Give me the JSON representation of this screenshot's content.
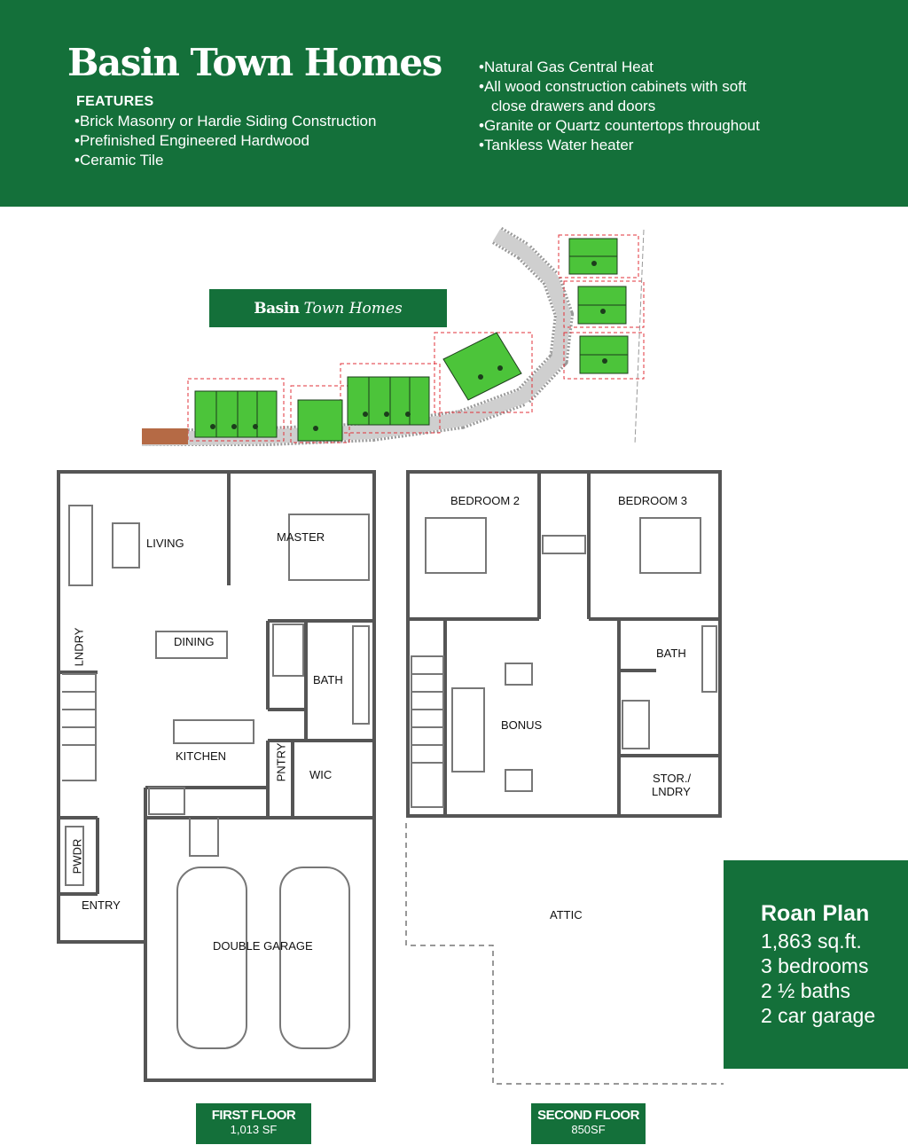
{
  "header": {
    "title": "Basin Town Homes",
    "features_heading": "FEATURES",
    "features_left": [
      "Brick Masonry or Hardie Siding Construction",
      "Prefinished Engineered Hardwood",
      "Ceramic Tile"
    ],
    "features_right": [
      "Natural Gas Central Heat",
      "All wood construction cabinets with soft",
      "close drawers and doors",
      "Granite or Quartz countertops throughout",
      "Tankless Water heater"
    ]
  },
  "site_plan": {
    "badge_bold": "Basin",
    "badge_italic": "Town Homes",
    "colors": {
      "lot": "#4cc43a",
      "boundary": "#e0303a",
      "road": "#9a9a9a"
    }
  },
  "first_floor": {
    "rooms": {
      "living": "LIVING",
      "master": "MASTER",
      "dining": "DINING",
      "laundry": "LNDRY",
      "bath": "BATH",
      "kitchen": "KITCHEN",
      "pantry": "PNTRY",
      "wic": "WIC",
      "powder": "PWDR",
      "entry": "ENTRY",
      "garage": "DOUBLE GARAGE"
    },
    "label": "FIRST FLOOR",
    "area": "1,013 SF"
  },
  "second_floor": {
    "rooms": {
      "bedroom2": "BEDROOM 2",
      "bedroom3": "BEDROOM 3",
      "bath": "BATH",
      "bonus": "BONUS",
      "storage_line1": "STOR./",
      "storage_line2": "LNDRY",
      "attic": "ATTIC"
    },
    "label": "SECOND FLOOR",
    "area": "850SF"
  },
  "plan_summary": {
    "name": "Roan Plan",
    "sqft": "1,863 sq.ft.",
    "bedrooms": "3 bedrooms",
    "baths": "2 ½ baths",
    "garage": "2 car garage"
  },
  "colors": {
    "brand_green": "#14703a",
    "wall": "#555555"
  }
}
